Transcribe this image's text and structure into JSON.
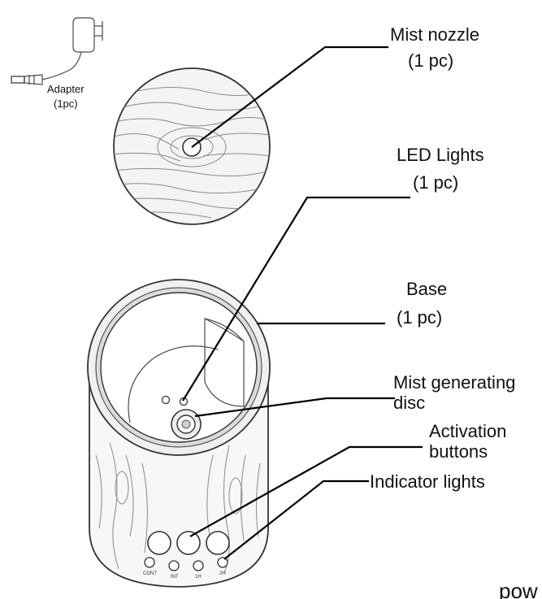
{
  "labels": {
    "adapter": "Adapter",
    "adapter_qty": "(1pc)",
    "mist_nozzle": "Mist nozzle",
    "mist_nozzle_qty": "(1 pc)",
    "led_lights": "LED Lights",
    "led_lights_qty": "(1 pc)",
    "base": "Base",
    "base_qty": "(1 pc)",
    "mist_disc_line1": "Mist generating",
    "mist_disc_line2": "disc",
    "activation_line1": "Activation",
    "activation_line2": "buttons",
    "indicator_lights": "Indicator lights"
  },
  "button_labels": [
    "CONT",
    "INT",
    "1H",
    "2H"
  ],
  "watermark": "pow",
  "icons": [
    "plug-adapter-icon"
  ]
}
